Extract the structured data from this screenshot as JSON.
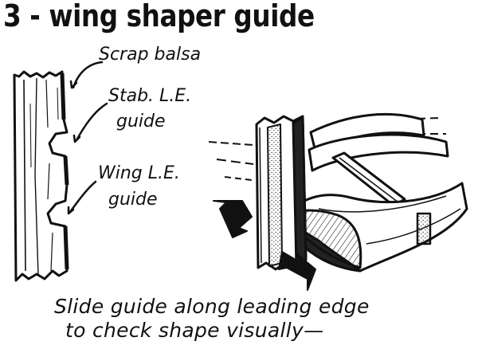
{
  "title": "3 - wing shaper guide",
  "labels": {
    "scrap_balsa": "Scrap balsa",
    "stab_le_line1": "Stab. L.E.",
    "stab_le_line2": "guide",
    "wing_le_line1": "Wing L.E.",
    "wing_le_line2": "guide"
  },
  "caption": {
    "line1": "Slide guide along leading edge",
    "line2": "to check shape visually—"
  }
}
